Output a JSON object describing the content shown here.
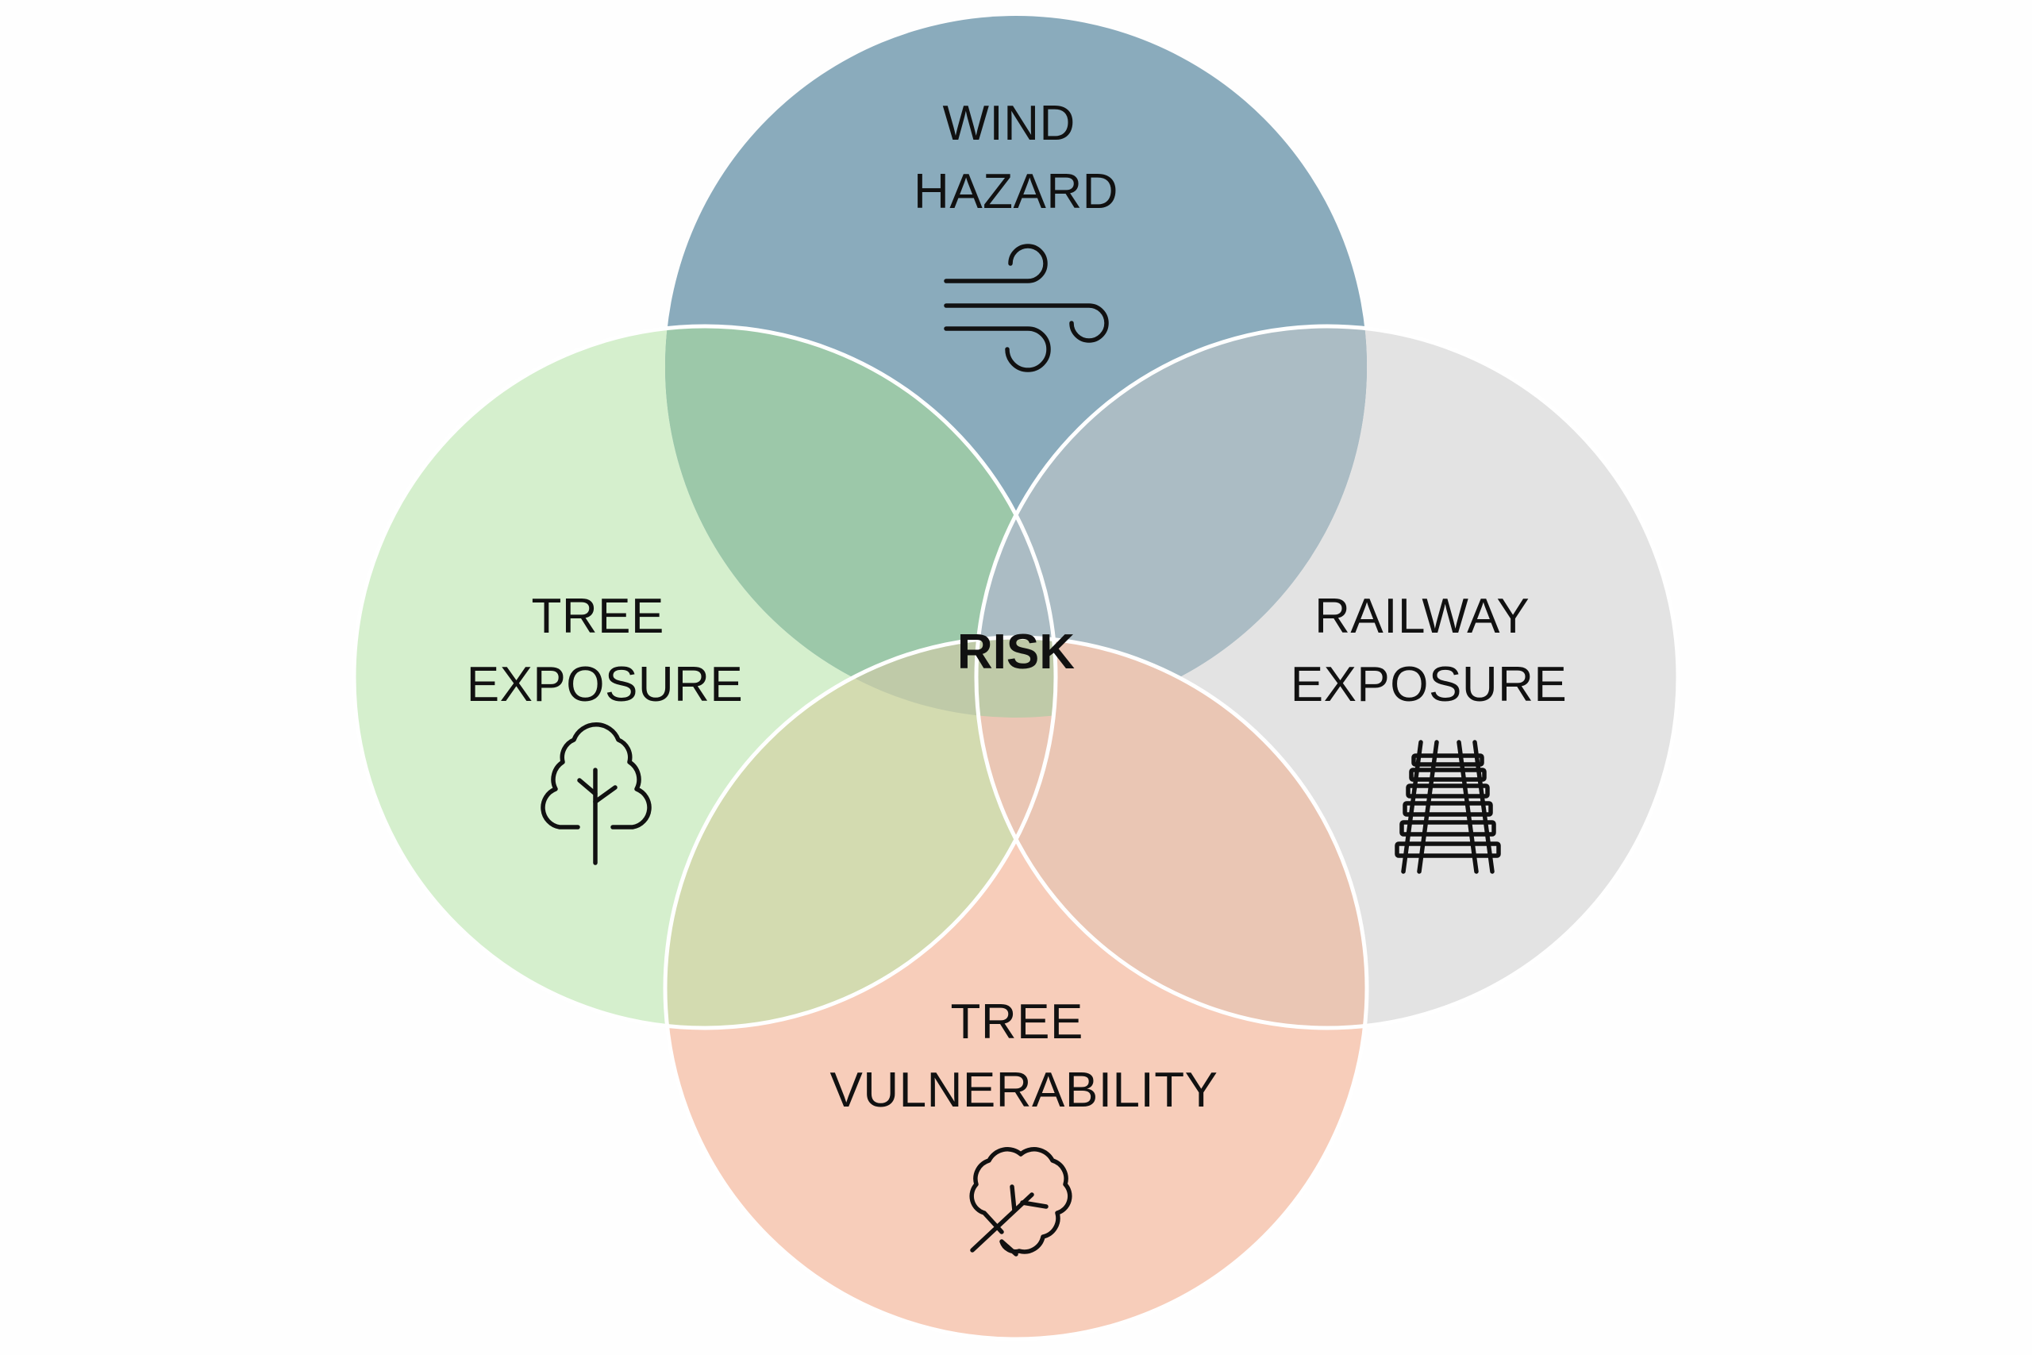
{
  "diagram": {
    "center_label": "RISK",
    "circles": [
      {
        "id": "wind-hazard",
        "lines": [
          "WIND",
          "HAZARD"
        ],
        "color": "#7b9fb4",
        "icon": "wind-icon"
      },
      {
        "id": "tree-exposure",
        "lines": [
          "TREE",
          "EXPOSURE"
        ],
        "color": "#d5efcd",
        "icon": "tree-icon"
      },
      {
        "id": "railway-exposure",
        "lines": [
          "RAILWAY",
          "EXPOSURE"
        ],
        "color": "#e3e3e3",
        "icon": "railway-track-icon"
      },
      {
        "id": "tree-vulnerability",
        "lines": [
          "TREE",
          "VULNERABILITY"
        ],
        "color": "#f6c9b5",
        "icon": "broken-tree-icon"
      }
    ],
    "outline_color": "#ffffff",
    "background_color": "#fefefe"
  }
}
